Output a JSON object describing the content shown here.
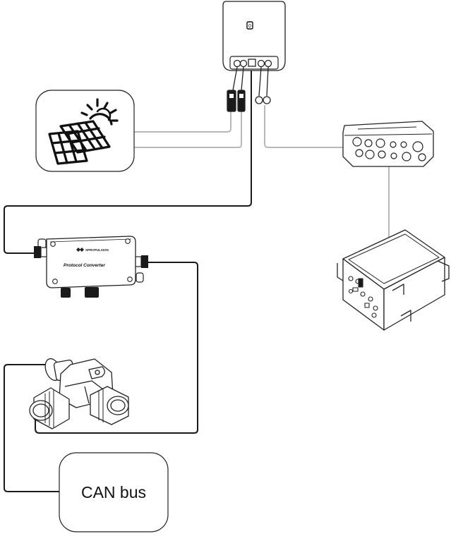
{
  "diagram": {
    "can_bus_label": "CAN bus",
    "protocol_converter": {
      "brand": "SPROPULSION",
      "title": "Protocol Converter"
    },
    "inverter_indicator": "0"
  },
  "colors": {
    "line_dark": "#1a1a1a",
    "line_gray": "#b5b5b5",
    "device_outline": "#222222",
    "background": "#ffffff"
  },
  "icons": [
    "solar-panel-icon",
    "sun-icon"
  ]
}
